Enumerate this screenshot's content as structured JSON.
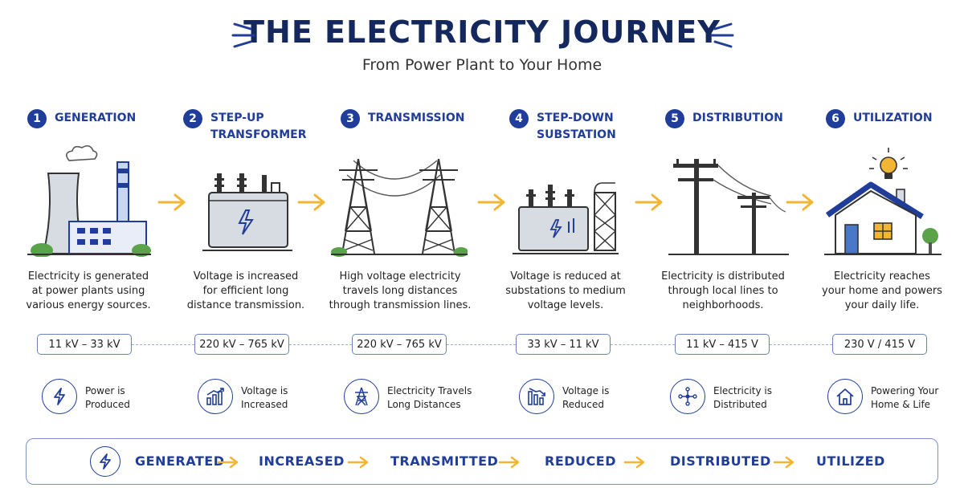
{
  "header": {
    "title": "THE ELECTRICITY JOURNEY",
    "subtitle": "From Power Plant to Your Home"
  },
  "colors": {
    "primary": "#1f3d99",
    "title": "#14285e",
    "arrow": "#f2b634",
    "accent_light": "#c9d6f0",
    "gray": "#d7dbe2"
  },
  "steps": [
    {
      "num": "1",
      "title": "GENERATION",
      "desc": "Electricity is generated\nat power plants using\nvarious energy sources.",
      "voltage": "11 kV – 33 kV",
      "key_icon": "bolt-icon",
      "key_label": "Power is\nProduced"
    },
    {
      "num": "2",
      "title": "STEP-UP\nTRANSFORMER",
      "desc": "Voltage is increased\nfor efficient long\ndistance transmission.",
      "voltage": "220 kV – 765 kV",
      "key_icon": "bar-chart-up-icon",
      "key_label": "Voltage is\nIncreased"
    },
    {
      "num": "3",
      "title": "TRANSMISSION",
      "desc": "High voltage electricity\ntravels long distances\nthrough transmission lines.",
      "voltage": "220 kV – 765 kV",
      "key_icon": "tower-icon",
      "key_label": "Electricity Travels\nLong Distances"
    },
    {
      "num": "4",
      "title": "STEP-DOWN\nSUBSTATION",
      "desc": "Voltage is reduced at\nsubstations to medium\nvoltage levels.",
      "voltage": "33 kV – 11 kV",
      "key_icon": "bar-chart-down-icon",
      "key_label": "Voltage is\nReduced"
    },
    {
      "num": "5",
      "title": "DISTRIBUTION",
      "desc": "Electricity is distributed\nthrough local lines to\nneighborhoods.",
      "voltage": "11 kV – 415 V",
      "key_icon": "network-icon",
      "key_label": "Electricity is\nDistributed"
    },
    {
      "num": "6",
      "title": "UTILIZATION",
      "desc": "Electricity reaches\nyour home and powers\nyour daily life.",
      "voltage": "230 V / 415 V",
      "key_icon": "home-icon",
      "key_label": "Powering Your\nHome & Life"
    }
  ],
  "flow": {
    "icon": "bolt-icon",
    "words": [
      "GENERATED",
      "INCREASED",
      "TRANSMITTED",
      "REDUCED",
      "DISTRIBUTED",
      "UTILIZED"
    ]
  }
}
